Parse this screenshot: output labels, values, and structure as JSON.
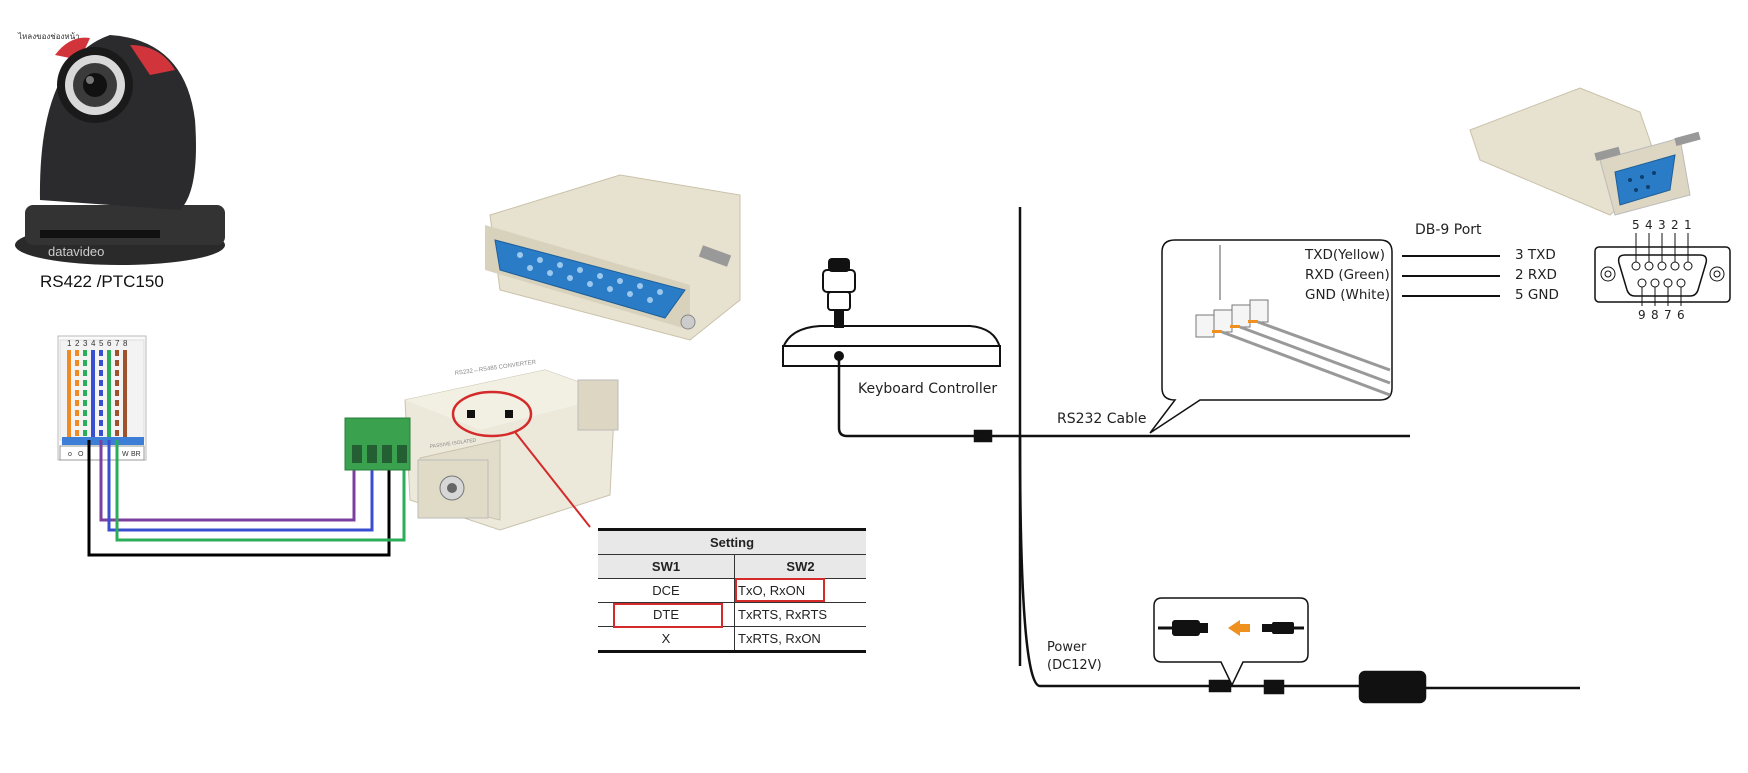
{
  "camera": {
    "model_label": "RS422 /PTC150",
    "brand": "datavideo",
    "tiny_caption": "ไหลงของช่องหน้า"
  },
  "rj45": {
    "pin_numbers": [
      "1",
      "2",
      "3",
      "4",
      "5",
      "6",
      "7",
      "8"
    ],
    "terminal_labels": [
      "o",
      "O",
      "",
      "",
      "",
      "",
      "W",
      "BR"
    ]
  },
  "converter": {
    "heading": "RS232⇔RS485 CONVERTER",
    "subheading": "PASSIVE ISOLATED"
  },
  "setting_table": {
    "title": "Setting",
    "headers": [
      "SW1",
      "SW2"
    ],
    "rows": [
      {
        "sw1": "DCE",
        "sw2": "TxO, RxON"
      },
      {
        "sw1": "DTE",
        "sw2": "TxRTS, RxRTS"
      },
      {
        "sw1": "X",
        "sw2": "TxRTS, RxON"
      }
    ],
    "highlight_color": "#d42a2a"
  },
  "keyboard_controller": {
    "label": "Keyboard Controller"
  },
  "rs232_cable": {
    "label": "RS232 Cable"
  },
  "power": {
    "label_line1": "Power",
    "label_line2": "(DC12V)"
  },
  "db9": {
    "port_label": "DB-9 Port",
    "top_pins": [
      "5",
      "4",
      "3",
      "2",
      "1"
    ],
    "bottom_pins": [
      "9",
      "8",
      "7",
      "6"
    ],
    "wires": [
      {
        "color_label": "TXD(Yellow)",
        "pin": "3 TXD"
      },
      {
        "color_label": "RXD (Green)",
        "pin": "2 RXD"
      },
      {
        "color_label": "GND (White)",
        "pin": "5 GND"
      }
    ]
  },
  "colors": {
    "accent_red": "#d42a2a",
    "wire_purple": "#7b3fa0",
    "wire_green": "#2bae5a",
    "wire_blue": "#3a4fd0",
    "terminal_green": "#3aa14f",
    "connector_blue": "#2a7cc7",
    "arrow_orange": "#f0901e"
  }
}
